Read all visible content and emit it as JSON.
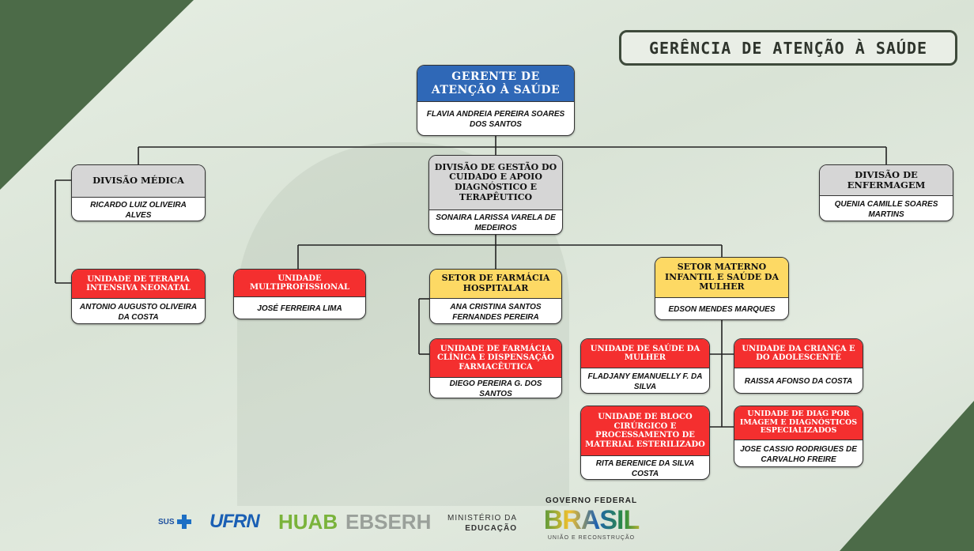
{
  "title": "GERÊNCIA DE ATENÇÃO À SAÚDE",
  "nodes": {
    "gerente": {
      "title_line1": "GERENTE DE",
      "title_line2": "ATENÇÃO À SAÚDE",
      "name": "FLAVIA ANDREIA PEREIRA SOARES DOS SANTOS"
    },
    "divisao_medica": {
      "title": "DIVISÃO MÉDICA",
      "name": "RICARDO LUIZ OLIVEIRA ALVES"
    },
    "divisao_gestao": {
      "title": "DIVISÃO DE GESTÃO DO CUIDADO E APOIO DIAGNÓSTICO E TERAPÊUTICO",
      "name": "SONAIRA LARISSA VARELA DE MEDEIROS"
    },
    "divisao_enfermagem": {
      "title": "DIVISÃO DE ENFERMAGEM",
      "name": "QUENIA CAMILLE SOARES MARTINS"
    },
    "uti_neonatal": {
      "title": "UNIDADE DE TERAPIA INTENSIVA NEONATAL",
      "name": "ANTONIO AUGUSTO OLIVEIRA DA COSTA"
    },
    "multiprofissional": {
      "title": "UNIDADE MULTIPROFISSIONAL",
      "name": "JOSÉ FERREIRA LIMA"
    },
    "farmacia_hospitalar": {
      "title": "SETOR DE FARMÁCIA HOSPITALAR",
      "name": "ANA CRISTINA SANTOS FERNANDES PEREIRA"
    },
    "materno_infantil": {
      "title": "SETOR MATERNO INFANTIL E SAÚDE DA MULHER",
      "name": "EDSON MENDES MARQUES"
    },
    "farmacia_clinica": {
      "title": "UNIDADE DE FARMÁCIA CLÍNICA E DISPENSAÇÃO FARMACÊUTICA",
      "name": "DIEGO PEREIRA G. DOS SANTOS"
    },
    "saude_mulher": {
      "title": "UNIDADE DE SAÚDE DA MULHER",
      "name": "FLADJANY EMANUELLY F. DA SILVA"
    },
    "crianca_adolescente": {
      "title": "UNIDADE DA CRIANÇA E DO ADOLESCENTE",
      "name": "RAISSA AFONSO DA COSTA"
    },
    "bloco_cirurgico": {
      "title": "UNIDADE DE BLOCO CIRÚRGICO E PROCESSAMENTO DE MATERIAL ESTERILIZADO",
      "name": "RITA BERENICE DA SILVA COSTA"
    },
    "diag_imagem": {
      "title": "UNIDADE DE DIAG POR IMAGEM E DIAGNÓSTICOS ESPECIALIZADOS",
      "name": "JOSE CASSIO RODRIGUES DE CARVALHO FREIRE"
    }
  },
  "footer": {
    "sus": "SUS",
    "ufrn": "UFRN",
    "huab": "HUAB",
    "ebserh": "EBSERH",
    "ministerio_line1": "MINISTÉRIO DA",
    "ministerio_line2": "EDUCAÇÃO",
    "governo": "GOVERNO FEDERAL",
    "brasil": "BRASIL",
    "slogan": "UNIÃO E RECONSTRUÇÃO"
  },
  "colors": {
    "blue": "#2f68b7",
    "red": "#f42f2f",
    "yellow": "#fdd964",
    "gray": "#d6d6d6",
    "corner": "#4c6b48"
  }
}
